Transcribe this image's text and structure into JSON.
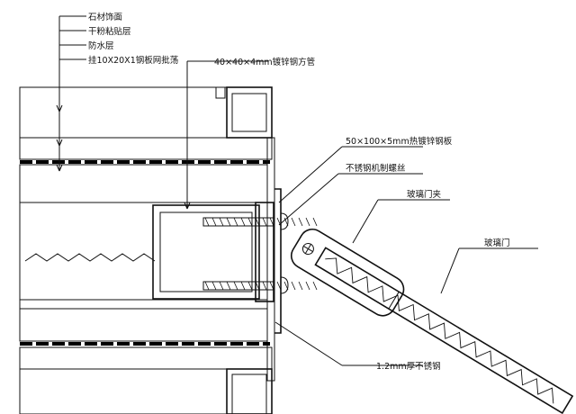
{
  "labels": {
    "stone_finish": "石材饰面",
    "dry_adhesive": "干粉粘贴层",
    "waterproof": "防水层",
    "mesh_render": "挂10X20X1钢板网批荡",
    "steel_tube": "40×40×4mm镀锌钢方管",
    "steel_plate": "50×100×5mm热镀锌钢板",
    "ss_screw": "不锈钢机制螺丝",
    "glass_clamp": "玻璃门夹",
    "glass_door": "玻璃门",
    "ss_sheet": "1.2mm厚不锈钢"
  },
  "colors": {
    "line": "#111111",
    "background": "#ffffff"
  }
}
